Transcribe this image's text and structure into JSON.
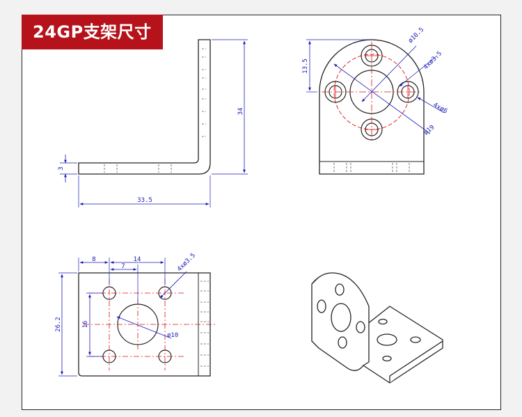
{
  "title": "24GP支架尺寸",
  "colors": {
    "banner": "#b5121b",
    "outline": "#222222",
    "dimension": "#1a1ab8",
    "centerline": "#e01010"
  },
  "side_view": {
    "thickness": "3",
    "height": "34",
    "length": "33.5"
  },
  "front_view": {
    "height": "13.5",
    "hole_small": "4xø3.5",
    "hole_center": "ø10.5",
    "hole_outer": "4xø6",
    "bolt_circle": "ø19"
  },
  "top_view": {
    "offset_x": "8",
    "offset_x2": "7",
    "spacing_x": "14",
    "holes": "4xø3.5",
    "height": "26.2",
    "spacing_y": "16",
    "center_hole": "ø10"
  },
  "iso_view": {
    "icon": "bracket-isometric-icon"
  }
}
